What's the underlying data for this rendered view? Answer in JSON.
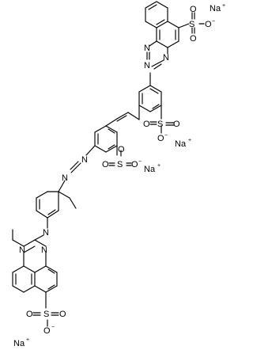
{
  "molecule": {
    "atoms": {
      "N": "N",
      "O": "O",
      "S": "S",
      "Na": "Na",
      "plus": "+",
      "minus": "−"
    }
  }
}
